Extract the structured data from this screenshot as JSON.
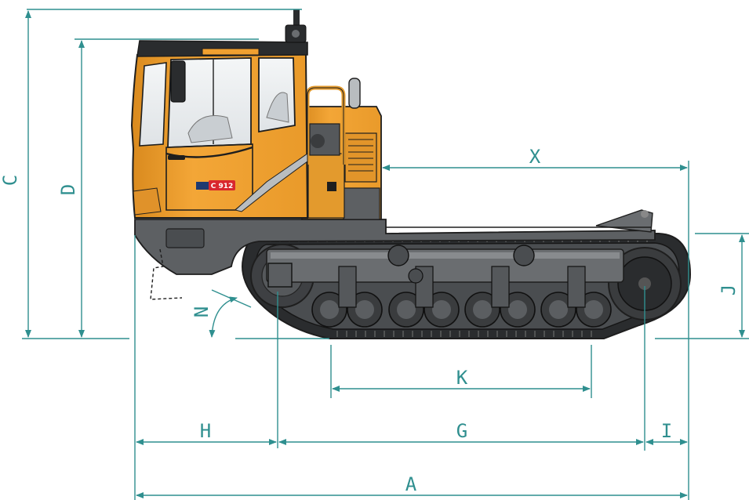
{
  "diagram": {
    "badge_text": "C 912",
    "labels": {
      "A": "A",
      "C": "C",
      "D": "D",
      "G": "G",
      "H": "H",
      "I": "I",
      "J": "J",
      "K": "K",
      "N": "N",
      "X": "X"
    },
    "colors": {
      "dimension": "#2f8f8f",
      "body": "#f0a030",
      "body_shadow": "#d98a1e",
      "chassis": "#5a5d60",
      "track": "#2a2c2e",
      "outline": "#1e1e1e",
      "badge": "#d9272e"
    }
  }
}
